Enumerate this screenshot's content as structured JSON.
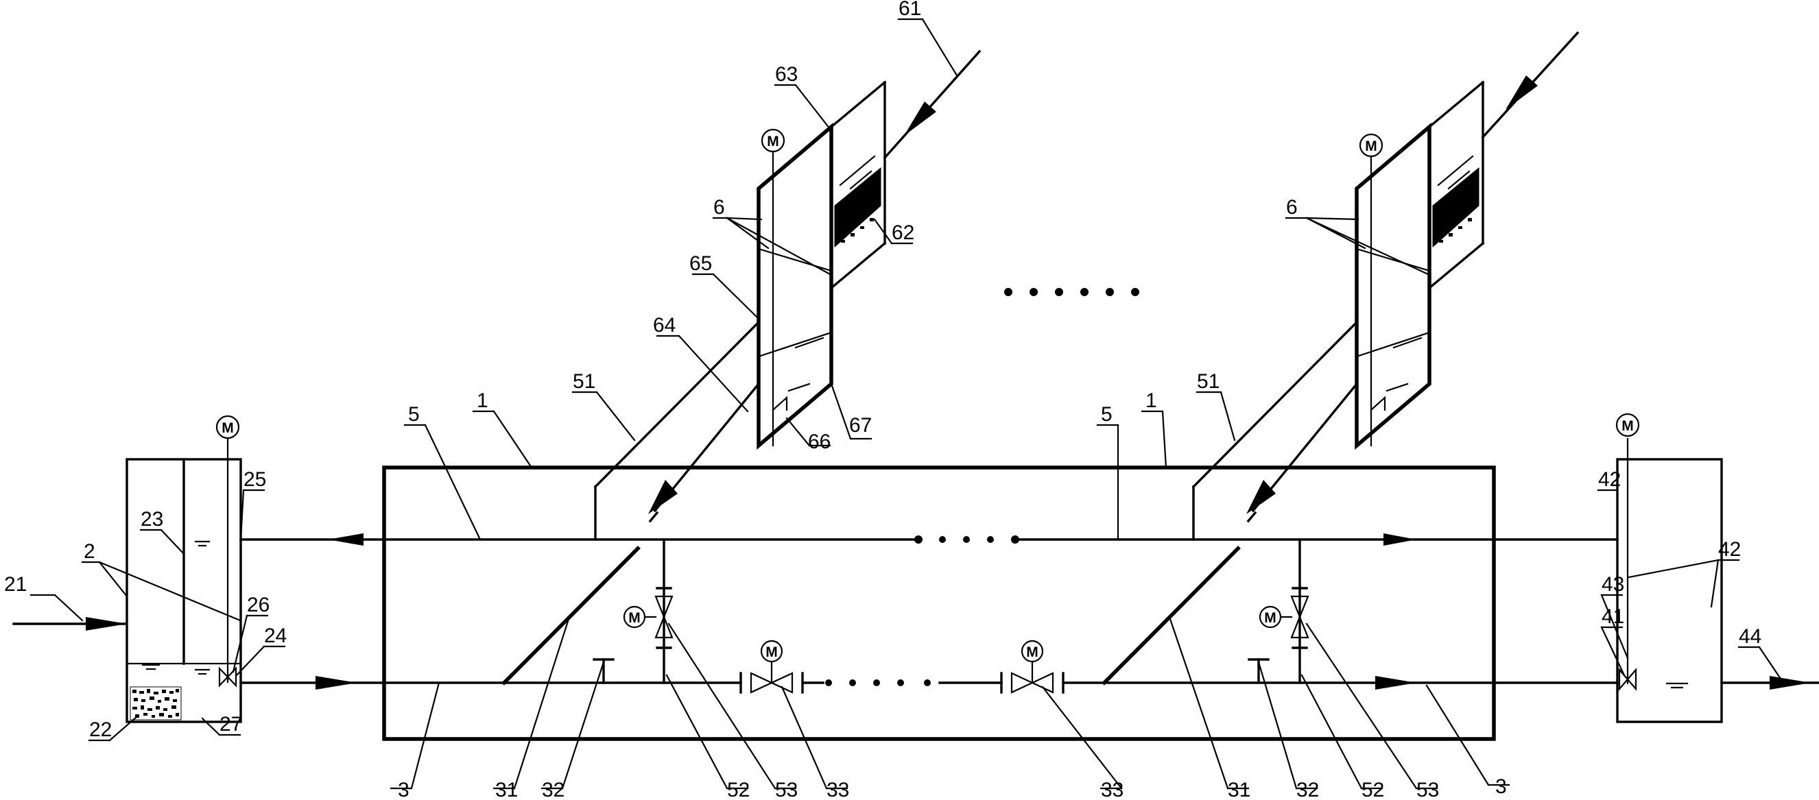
{
  "labels": {
    "l21": "21",
    "l2a": "2",
    "l23": "23",
    "l22": "22",
    "l25": "25",
    "l26": "26",
    "l24": "24",
    "l27": "27",
    "l5a": "5",
    "l1a": "1",
    "l51a": "51",
    "l64": "64",
    "l65": "65",
    "l6a": "6",
    "l63": "63",
    "l61": "61",
    "l62": "62",
    "l66": "66",
    "l67": "67",
    "l3a": "3",
    "l31a": "31",
    "l32a": "32",
    "l52a": "52",
    "l53a": "53",
    "l33a": "33",
    "l33b": "33",
    "l31b": "31",
    "l32b": "32",
    "l52b": "52",
    "l53b": "53",
    "l3b": "3",
    "l5b": "5",
    "l1b": "1",
    "l51b": "51",
    "l6b": "6",
    "l42a": "42",
    "l43": "43",
    "l41": "41",
    "l42b": "42",
    "l44": "44"
  },
  "motor_symbol": "M",
  "ellipsis_top": "• • • • • •",
  "ellipsis_mid": "• • • •",
  "ellipsis_low": "• • • • •"
}
